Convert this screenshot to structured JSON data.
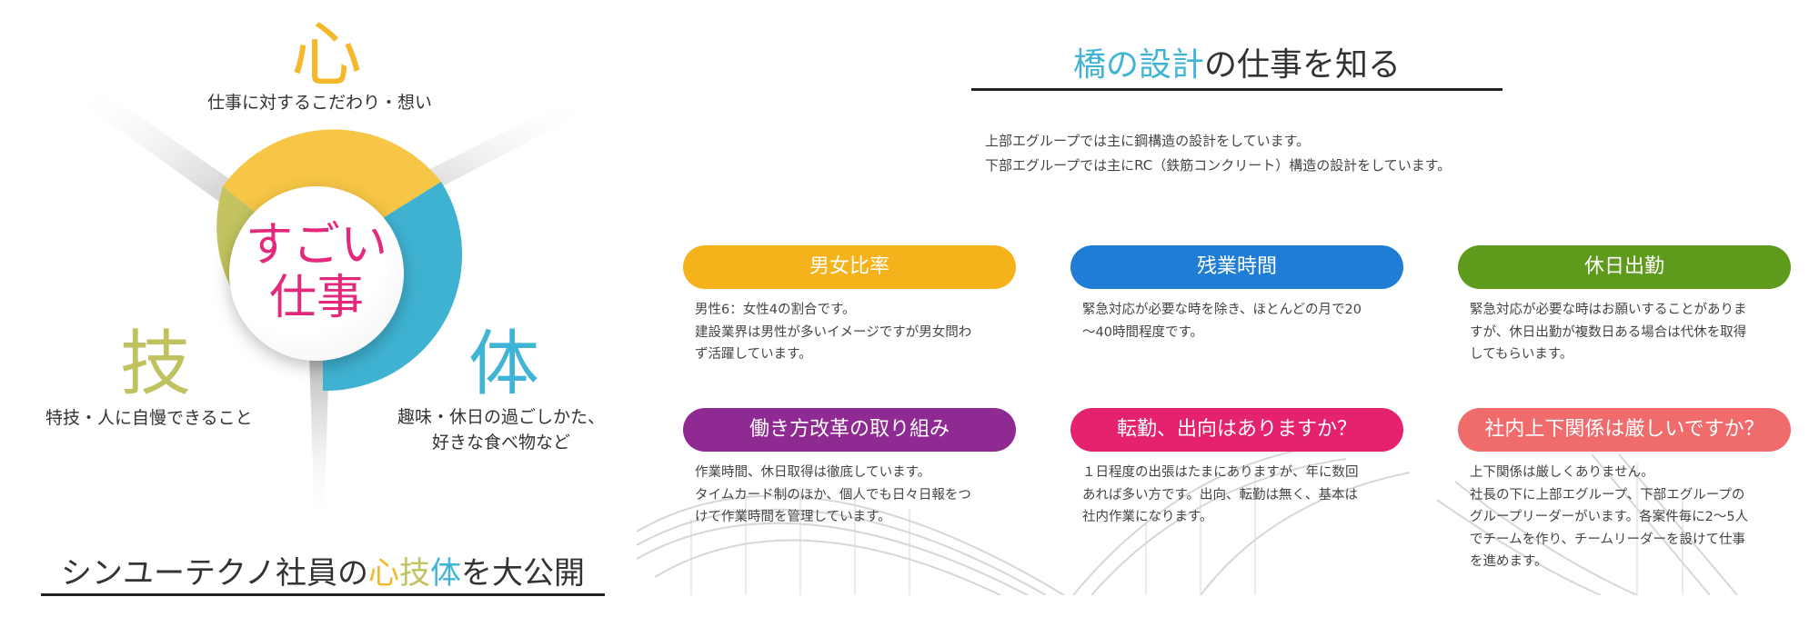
{
  "left": {
    "shin": {
      "kanji": "心",
      "caption": "仕事に対するこだわり・想い"
    },
    "gi": {
      "kanji": "技",
      "caption": "特技・人に自慢できること"
    },
    "tai": {
      "kanji": "体",
      "caption_line1": "趣味・休日の過ごしかた、",
      "caption_line2": "好きな食べ物など"
    },
    "center_line1": "すごい",
    "center_line2": "仕事",
    "title_prefix": "シンユーテクノ社員の",
    "title_shin": "心",
    "title_gi": "技",
    "title_tai": "体",
    "title_suffix": "を大公開"
  },
  "right": {
    "title_highlight": "橋の設計",
    "title_rest": "の仕事を知る",
    "intro_line1": "上部エグループでは主に鋼構造の設計をしています。",
    "intro_line2": "下部エグループでは主にRC（鉄筋コンクリート）構造の設計をしています。",
    "cards": [
      {
        "label": "男女比率",
        "color": "#f5b21b",
        "lines": [
          "男性6：女性4の割合です。",
          "建設業界は男性が多いイメージですが男女問わ",
          "ず活躍しています。"
        ]
      },
      {
        "label": "残業時間",
        "color": "#1f7dd6",
        "lines": [
          "緊急対応が必要な時を除き、ほとんどの月で20",
          "〜40時間程度です。"
        ]
      },
      {
        "label": "休日出勤",
        "color": "#5e9a1c",
        "lines": [
          "緊急対応が必要な時はお願いすることがありま",
          "すが、休日出勤が複数日ある場合は代休を取得",
          "してもらいます。"
        ]
      },
      {
        "label": "働き方改革の取り組み",
        "color": "#8e2a92",
        "lines": [
          "作業時間、休日取得は徹底しています。",
          "タイムカード制のほか、個人でも日々日報をつ",
          "けて作業時間を管理しています。"
        ]
      },
      {
        "label": "転勤、出向はありますか？",
        "color": "#e5226d",
        "lines": [
          "１日程度の出張はたまにありますが、年に数回",
          "あれば多い方です。出向、転勤は無く、基本は",
          "社内作業になります。"
        ]
      },
      {
        "label": "社内上下関係は厳しいですか？",
        "color": "#f06b6b",
        "lines": [
          "上下関係は厳しくありません。",
          "社長の下に上部エグループ、下部エグループの",
          "グループリーダーがいます。各案件毎に2〜5人",
          "でチームを作り、チームリーダーを設けて仕事",
          "を進めます。"
        ]
      }
    ]
  }
}
